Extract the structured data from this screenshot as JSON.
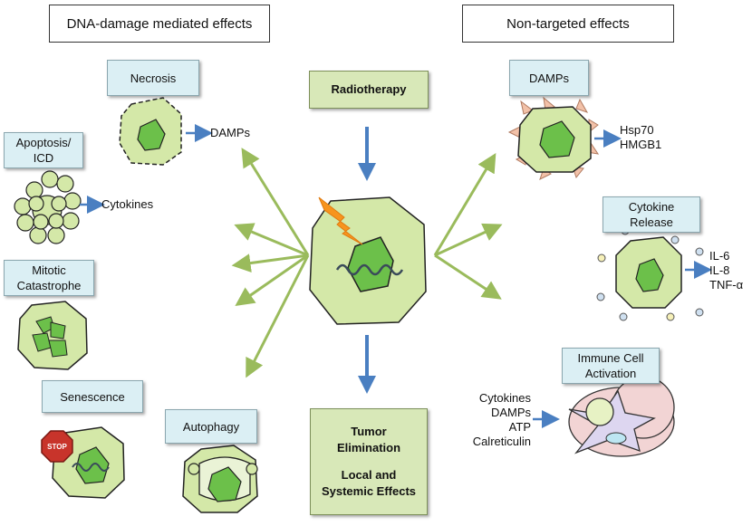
{
  "headers": {
    "left": "DNA-damage mediated effects",
    "right": "Non-targeted effects"
  },
  "center": {
    "top": "Radiotherapy",
    "bottom_line1": "Tumor",
    "bottom_line2": "Elimination",
    "bottom_line3": "Local and",
    "bottom_line4": "Systemic Effects"
  },
  "left_effects": {
    "necrosis": "Necrosis",
    "necrosis_out": "DAMPs",
    "apoptosis_line1": "Apoptosis/",
    "apoptosis_line2": "ICD",
    "apoptosis_out": "Cytokines",
    "mitotic_line1": "Mitotic",
    "mitotic_line2": "Catastrophe",
    "senescence": "Senescence",
    "stop_sign": "STOP",
    "autophagy": "Autophagy"
  },
  "right_effects": {
    "damps": "DAMPs",
    "damps_out1": "Hsp70",
    "damps_out2": "HMGB1",
    "cytokine_line1": "Cytokine",
    "cytokine_line2": "Release",
    "cyt_out1": "IL-6",
    "cyt_out2": "IL-8",
    "cyt_out3": "TNF-α",
    "immune_line1": "Immune Cell",
    "immune_line2": "Activation",
    "immune_in1": "Cytokines",
    "immune_in2": "DAMPs",
    "immune_in3": "ATP",
    "immune_in4": "Calreticulin"
  },
  "colors": {
    "cell_fill": "#d4e8a8",
    "nucleus_fill": "#6cc04a",
    "blue_arrow": "#4a7fc1",
    "green_arrow": "#9abb5c",
    "label_fill": "#dbeff4",
    "core_fill": "#d8e8b8",
    "bolt": "#f7941d"
  }
}
